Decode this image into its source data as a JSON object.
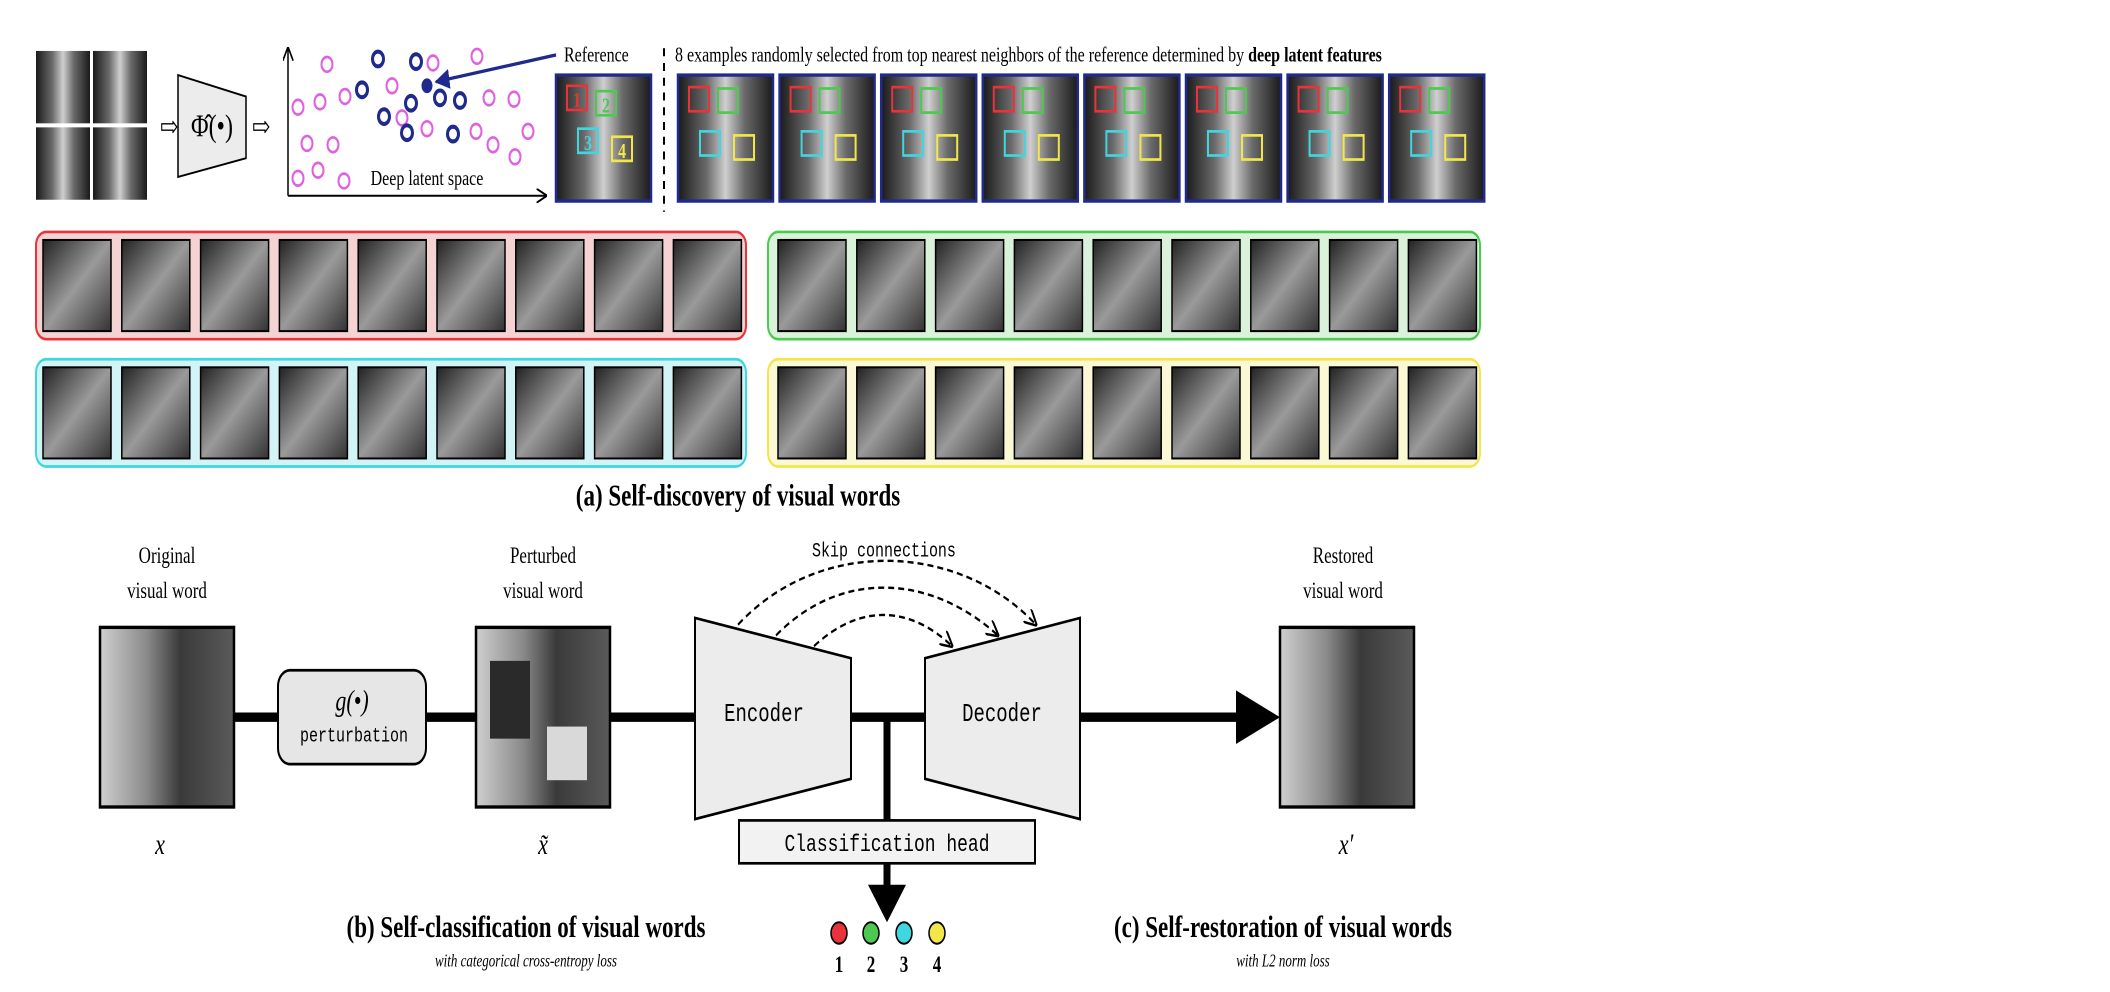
{
  "part_a": {
    "encoder_symbol": "Φ̂(•)",
    "latent_space_label": "Deep latent space",
    "reference_label": "Reference",
    "neighbors_caption_prefix": "8 examples randomly selected from top nearest neighbors of the reference determined by ",
    "neighbors_caption_bold": "deep latent features",
    "region_numbers": [
      "1",
      "2",
      "3",
      "4"
    ],
    "neighbor_count": 8,
    "caption": "(a) Self-discovery of visual words"
  },
  "part_b": {
    "original_label_line1": "Original",
    "original_label_line2": "visual word",
    "original_symbol": "x",
    "perturb_symbol": "g(•)",
    "perturb_label": "perturbation",
    "perturbed_label_line1": "Perturbed",
    "perturbed_label_line2": "visual word",
    "perturbed_symbol": "x̃",
    "skip_label": "Skip connections",
    "encoder_label": "Encoder",
    "decoder_label": "Decoder",
    "classification_head_label": "Classification head",
    "class_labels": [
      "1",
      "2",
      "3",
      "4"
    ],
    "caption": "(b) Self-classification of visual words",
    "subcaption": "with categorical cross-entropy loss"
  },
  "part_c": {
    "restored_label_line1": "Restored",
    "restored_label_line2": "visual word",
    "restored_symbol": "x′",
    "caption": "(c) Self-restoration of visual words",
    "subcaption": "with L2 norm loss"
  },
  "colors": {
    "red": "#e8333a",
    "green": "#4cc94f",
    "cyan": "#3fd6e0",
    "yellow": "#f2e64a",
    "navy": "#1f2a8c",
    "magenta": "#e060e0",
    "red_panel_bg": "#f6d3d3",
    "green_panel_bg": "#d9f2d9",
    "cyan_panel_bg": "#d2f4f6",
    "yellow_panel_bg": "#fbf8d5"
  }
}
